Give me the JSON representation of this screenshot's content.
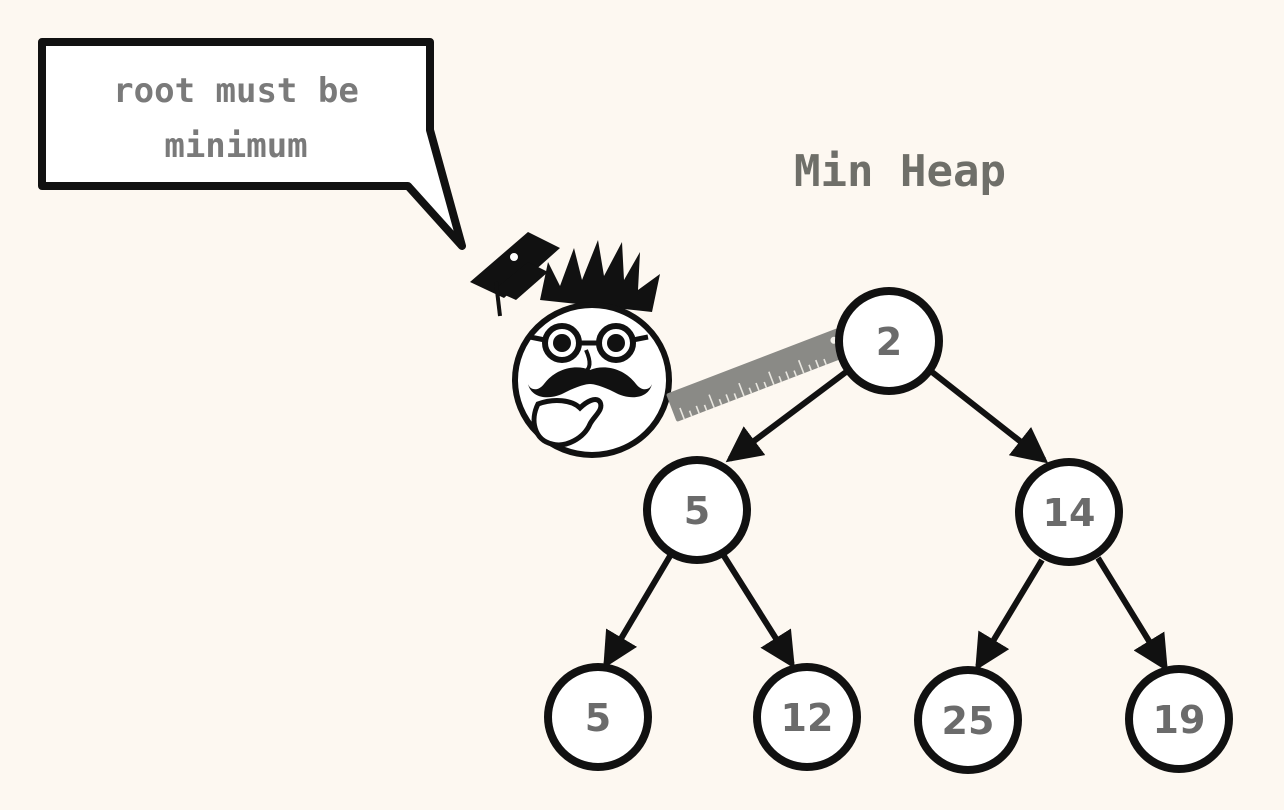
{
  "speech_bubble": {
    "line1": "root must be",
    "line2": "minimum"
  },
  "title": "Min Heap",
  "heap": {
    "root": "2",
    "left": "5",
    "right": "14",
    "left_left": "5",
    "left_right": "12",
    "right_left": "25",
    "right_right": "19"
  },
  "colors": {
    "background": "#fdf8f1",
    "stroke": "#111111",
    "node_fill": "#ffffff",
    "text": "#6b6b6b",
    "ruler": "#8a8a86"
  }
}
